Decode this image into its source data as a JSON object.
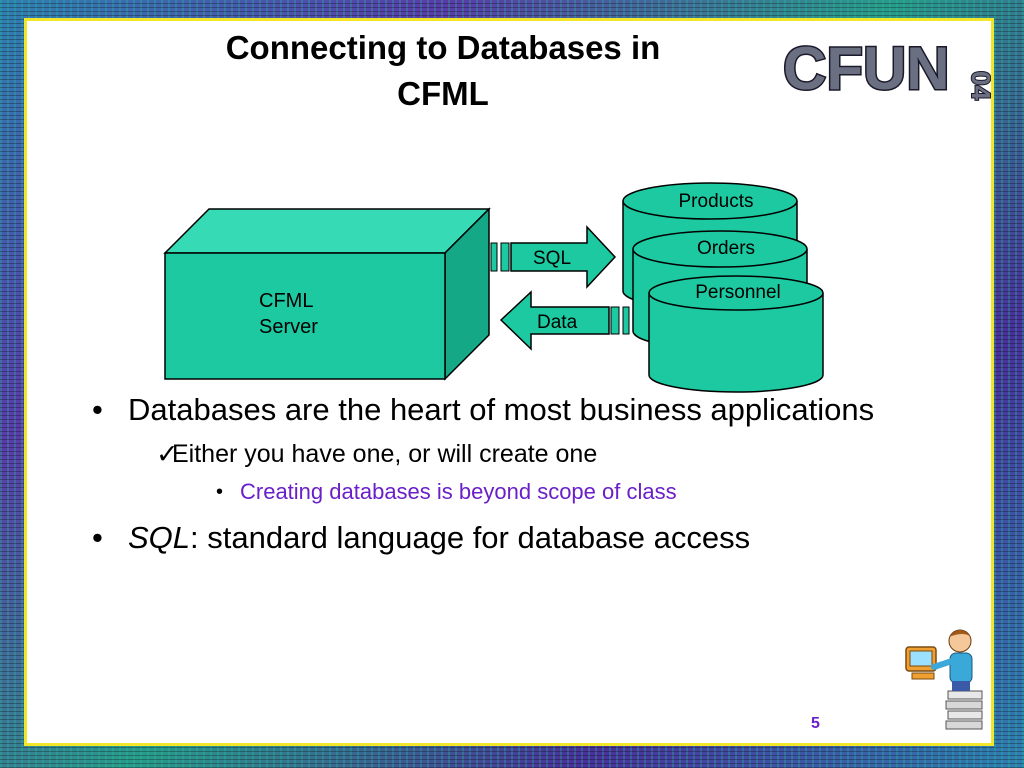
{
  "slide": {
    "title": "Connecting to Databases in CFML",
    "logo_text": "CFUN",
    "logo_suffix": "04",
    "page_number": "5"
  },
  "diagram": {
    "server_line1": "CFML",
    "server_line2": "Server",
    "arrow_request": "SQL",
    "arrow_response": "Data",
    "databases": [
      "Products",
      "Orders",
      "Personnel"
    ]
  },
  "bullets": {
    "item1": "Databases are the heart of most business applications",
    "item1_sub": "Either you have one, or will create one",
    "item1_subsub": "Creating databases is beyond scope of class",
    "item2_term": "SQL",
    "item2_rest": ": standard language for database access"
  },
  "icons": {
    "check_mark": "checkmark-icon",
    "bullet": "bullet-dot-icon",
    "mascot": "person-at-computer-icon"
  },
  "colors": {
    "diagram_fill": "#1dc9a0",
    "frame": "#f2e62a",
    "subsub_text": "#6a1fc8"
  }
}
